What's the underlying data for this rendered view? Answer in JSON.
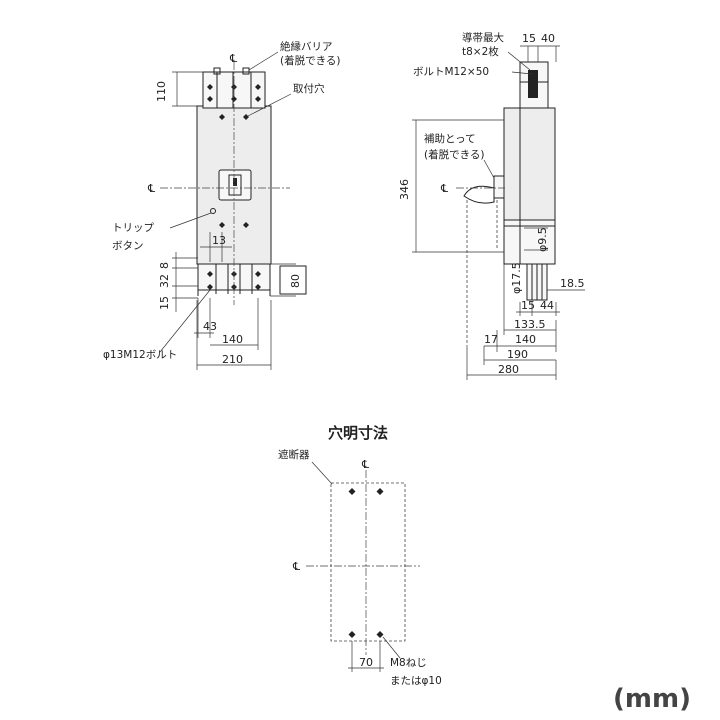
{
  "labels": {
    "barrier": "絶縁バリア",
    "detachable": "(着脱できる)",
    "mounting_hole": "取付穴",
    "trip1": "トリップ",
    "trip2": "ボタン",
    "bolt_front": "φ13M12ボルト",
    "conductor": "導帯最大",
    "conductor_size": "t8×2枚",
    "bolt_side": "ボルトM12×50",
    "aux_handle": "補助とって",
    "aux_detachable": "(着脱できる)",
    "cutout_title": "穴明寸法",
    "breaker": "遮断器",
    "screw1": "M8ねじ",
    "screw2": "またはφ10",
    "unit": "(mm)",
    "centerline": "℄"
  },
  "dims_front": {
    "top": "110",
    "d13": "13",
    "d8": "8",
    "d32": "32",
    "d15": "15",
    "d80": "80",
    "d43": "43",
    "d140": "140",
    "d210": "210"
  },
  "dims_side": {
    "d15": "15",
    "d40": "40",
    "d346": "346",
    "phi95": "φ9.5",
    "phi175": "φ17.5",
    "d185": "18.5",
    "d15b": "15",
    "d44": "44",
    "d1335": "133.5",
    "d17": "17",
    "d140": "140",
    "d190": "190",
    "d280": "280"
  },
  "dims_cutout": {
    "d70": "70"
  }
}
